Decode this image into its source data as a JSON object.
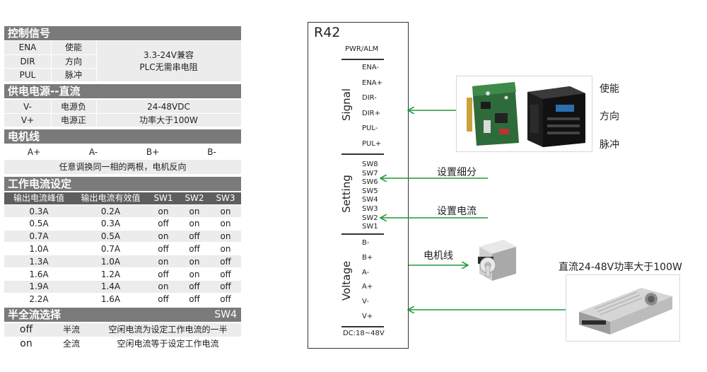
{
  "table": {
    "control": {
      "title": "控制信号",
      "rows": [
        {
          "sig": "ENA",
          "name": "使能"
        },
        {
          "sig": "DIR",
          "name": "方向"
        },
        {
          "sig": "PUL",
          "name": "脉冲"
        }
      ],
      "note1": "3.3-24V兼容",
      "note2": "PLC无需串电阻"
    },
    "power": {
      "title": "供电电源--直流",
      "rows": [
        {
          "sig": "V-",
          "name": "电源负",
          "desc": "24-48VDC"
        },
        {
          "sig": "V+",
          "name": "电源正",
          "desc": "功率大于100W"
        }
      ]
    },
    "motor": {
      "title": "电机线",
      "pins": [
        "A+",
        "A-",
        "B+",
        "B-"
      ],
      "note": "任意调换同一相的两根，电机反向"
    },
    "current": {
      "title": "工作电流设定",
      "headers": [
        "输出电流峰值",
        "输出电流有效值",
        "SW1",
        "SW2",
        "SW3"
      ],
      "rows": [
        [
          "0.3A",
          "0.2A",
          "on",
          "on",
          "on"
        ],
        [
          "0.5A",
          "0.3A",
          "off",
          "on",
          "on"
        ],
        [
          "0.7A",
          "0.5A",
          "on",
          "off",
          "on"
        ],
        [
          "1.0A",
          "0.7A",
          "off",
          "off",
          "on"
        ],
        [
          "1.3A",
          "1.0A",
          "on",
          "on",
          "off"
        ],
        [
          "1.6A",
          "1.2A",
          "off",
          "on",
          "off"
        ],
        [
          "1.9A",
          "1.4A",
          "on",
          "off",
          "off"
        ],
        [
          "2.2A",
          "1.6A",
          "off",
          "off",
          "off"
        ]
      ]
    },
    "half": {
      "title": "半全流选择",
      "switch": "SW4",
      "rows": [
        {
          "state": "off",
          "name": "半流",
          "desc": "空闲电流为设定工作电流的一半"
        },
        {
          "state": "on",
          "name": "全流",
          "desc": "空闲电流等于设定工作电流"
        }
      ]
    }
  },
  "driver": {
    "model": "R42",
    "pwr_alm": "PWR/ALM",
    "signal_label": "Signal",
    "signal_terms": [
      "ENA-",
      "ENA+",
      "DIR-",
      "DIR+",
      "PUL-",
      "PUL+"
    ],
    "setting_label": "Setting",
    "setting_terms": [
      "SW8",
      "SW7",
      "SW6",
      "SW5",
      "SW4",
      "SW3",
      "SW2",
      "SW1"
    ],
    "voltage_label": "Voltage",
    "voltage_terms": [
      "B-",
      "B+",
      "A-",
      "A+",
      "V-",
      "V+"
    ],
    "dc_range": "DC:18~48V"
  },
  "annotations": {
    "enable": "使能",
    "direction": "方向",
    "pulse": "脉冲",
    "set_subdivision": "设置细分",
    "set_current": "设置电流",
    "motor_wire": "电机线",
    "psu": "直流24-48V功率大于100W"
  },
  "colors": {
    "section_header": "#7a7a7a",
    "row_light": "#ececec",
    "arrow": "#1f9a3a"
  }
}
